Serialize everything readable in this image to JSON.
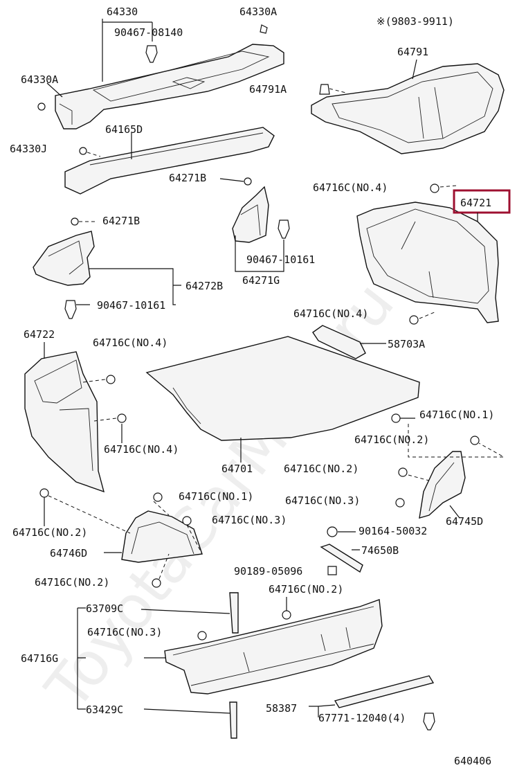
{
  "diagram": {
    "watermark": "ToyotaCarMine.ru",
    "note": "※(9803-9911)",
    "figure_code": "640406",
    "highlighted_part": "64721",
    "accent_color": "#9e1030",
    "labels": [
      "64330",
      "64330A",
      "90467-08140",
      "64330A",
      "64791",
      "64791A",
      "64165D",
      "64330J",
      "64271B",
      "64716C(NO.4)",
      "64721",
      "64271B",
      "90467-10161",
      "64272B",
      "90467-10161",
      "64271G",
      "64716C(NO.4)",
      "64722",
      "64716C(NO.4)",
      "58703A",
      "64716C(NO.4)",
      "64716C(NO.1)",
      "64701",
      "64716C(NO.2)",
      "64716C(NO.2)",
      "64716C(NO.1)",
      "64716C(NO.3)",
      "64745D",
      "64716C(NO.3)",
      "64716C(NO.2)",
      "90164-50032",
      "64746D",
      "74650B",
      "90189-05096",
      "64716C(NO.2)",
      "64716C(NO.2)",
      "63709C",
      "64716C(NO.3)",
      "64716G",
      "58387",
      "67771-12040(4)",
      "63429C"
    ]
  }
}
